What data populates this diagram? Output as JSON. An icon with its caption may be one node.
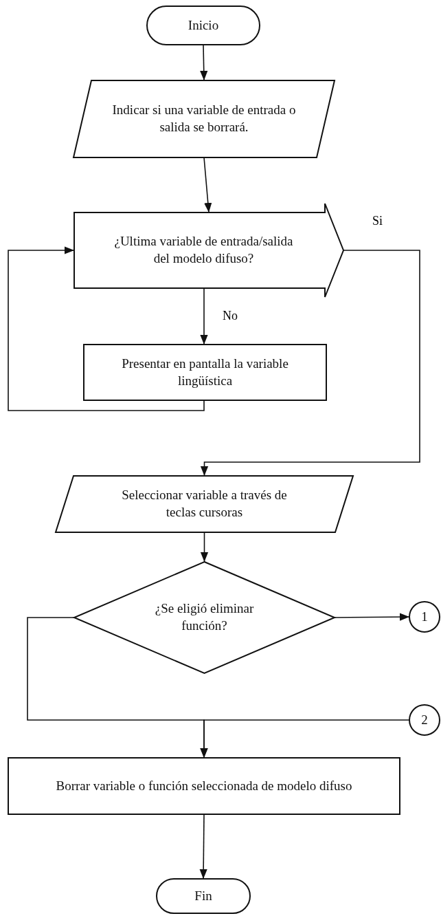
{
  "diagram": {
    "nodes": [
      {
        "text": [
          "Inicio"
        ]
      },
      {
        "text": [
          "Indicar si una variable de entrada o salida se borrará."
        ]
      },
      {
        "text": [
          "¿Ultima variable de entrada/salida del modelo difuso?"
        ]
      },
      {
        "text": [
          "Presentar en pantalla la variable lingüística"
        ]
      },
      {
        "text": [
          "Seleccionar variable a través de teclas cursoras"
        ]
      },
      {
        "text": [
          "¿Se eligió eliminar función?"
        ]
      },
      {
        "text": [
          "1"
        ]
      },
      {
        "text": [
          "2"
        ]
      },
      {
        "text": [
          "Borrar variable o función seleccionada de modelo difuso"
        ]
      },
      {
        "text": [
          "Fin"
        ]
      }
    ],
    "edges": [
      {
        "from": 0,
        "to": 1,
        "arrow": "to"
      },
      {
        "from": 1,
        "to": 2,
        "arrow": "to"
      },
      {
        "from": 2,
        "to": 3,
        "arrow": "to",
        "label": "No"
      },
      {
        "from": 3,
        "to": 2,
        "arrow": "to"
      },
      {
        "from": 2,
        "to": 4,
        "arrow": "to",
        "label": "Si"
      },
      {
        "from": 4,
        "to": 5,
        "arrow": "to"
      },
      {
        "from": 5,
        "to": 6,
        "arrow": "to"
      },
      {
        "from": 5,
        "to": 8,
        "arrow": "to"
      },
      {
        "from": 7,
        "to": 8,
        "arrow": "to"
      },
      {
        "from": 8,
        "to": 9,
        "arrow": "to"
      }
    ]
  }
}
